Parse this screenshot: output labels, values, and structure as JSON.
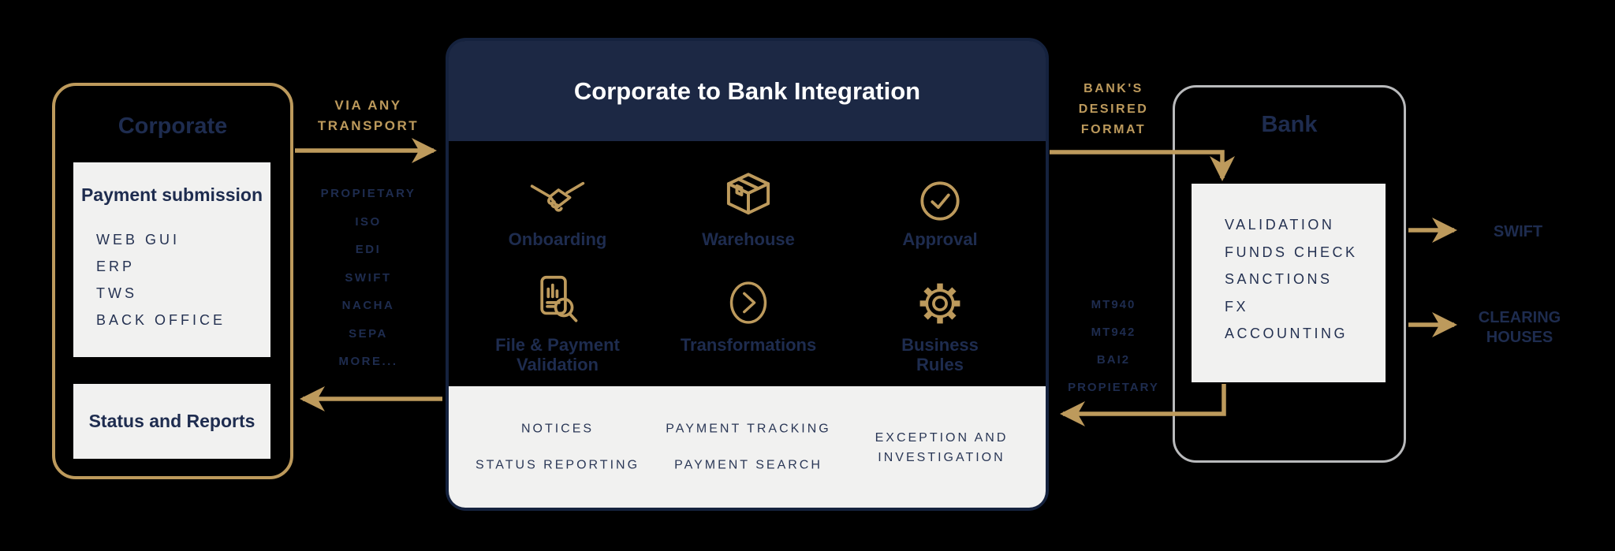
{
  "palette": {
    "gold": "#BD9A5C",
    "navy_text": "#1E2C4F",
    "header_bg": "#1C2844",
    "panel_bg": "#F1F1F0",
    "bank_border": "#B9BABC",
    "background": "#000000"
  },
  "corporate": {
    "title": "Corporate",
    "payment_submission": {
      "title": "Payment submission",
      "items": [
        "WEB GUI",
        "ERP",
        "TWS",
        "BACK OFFICE"
      ]
    },
    "status_reports": {
      "title": "Status and Reports"
    }
  },
  "transport": {
    "label": "VIA ANY TRANSPORT",
    "formats": [
      "PROPIETARY",
      "ISO",
      "EDI",
      "SWIFT",
      "NACHA",
      "SEPA",
      "MORE..."
    ]
  },
  "integration": {
    "title": "Corporate to Bank Integration",
    "features": [
      {
        "icon": "handshake-icon",
        "label": "Onboarding"
      },
      {
        "icon": "package-box-icon",
        "label": "Warehouse"
      },
      {
        "icon": "check-circle-icon",
        "label": "Approval"
      },
      {
        "icon": "document-magnifier-icon",
        "label": "File & Payment Validation"
      },
      {
        "icon": "chevron-circle-icon",
        "label": "Transformations"
      },
      {
        "icon": "gear-icon",
        "label": "Business Rules"
      }
    ],
    "services": [
      "NOTICES",
      "STATUS REPORTING",
      "PAYMENT TRACKING",
      "PAYMENT SEARCH",
      "EXCEPTION AND INVESTIGATION"
    ]
  },
  "bank_flow": {
    "to_bank_label": "BANK'S DESIRED FORMAT",
    "from_bank_formats": [
      "MT940",
      "MT942",
      "BAI2",
      "PROPIETARY"
    ]
  },
  "bank": {
    "title": "Bank",
    "functions": [
      "VALIDATION",
      "FUNDS CHECK",
      "SANCTIONS",
      "FX",
      "ACCOUNTING"
    ],
    "destinations": [
      "SWIFT",
      "CLEARING HOUSES"
    ]
  }
}
